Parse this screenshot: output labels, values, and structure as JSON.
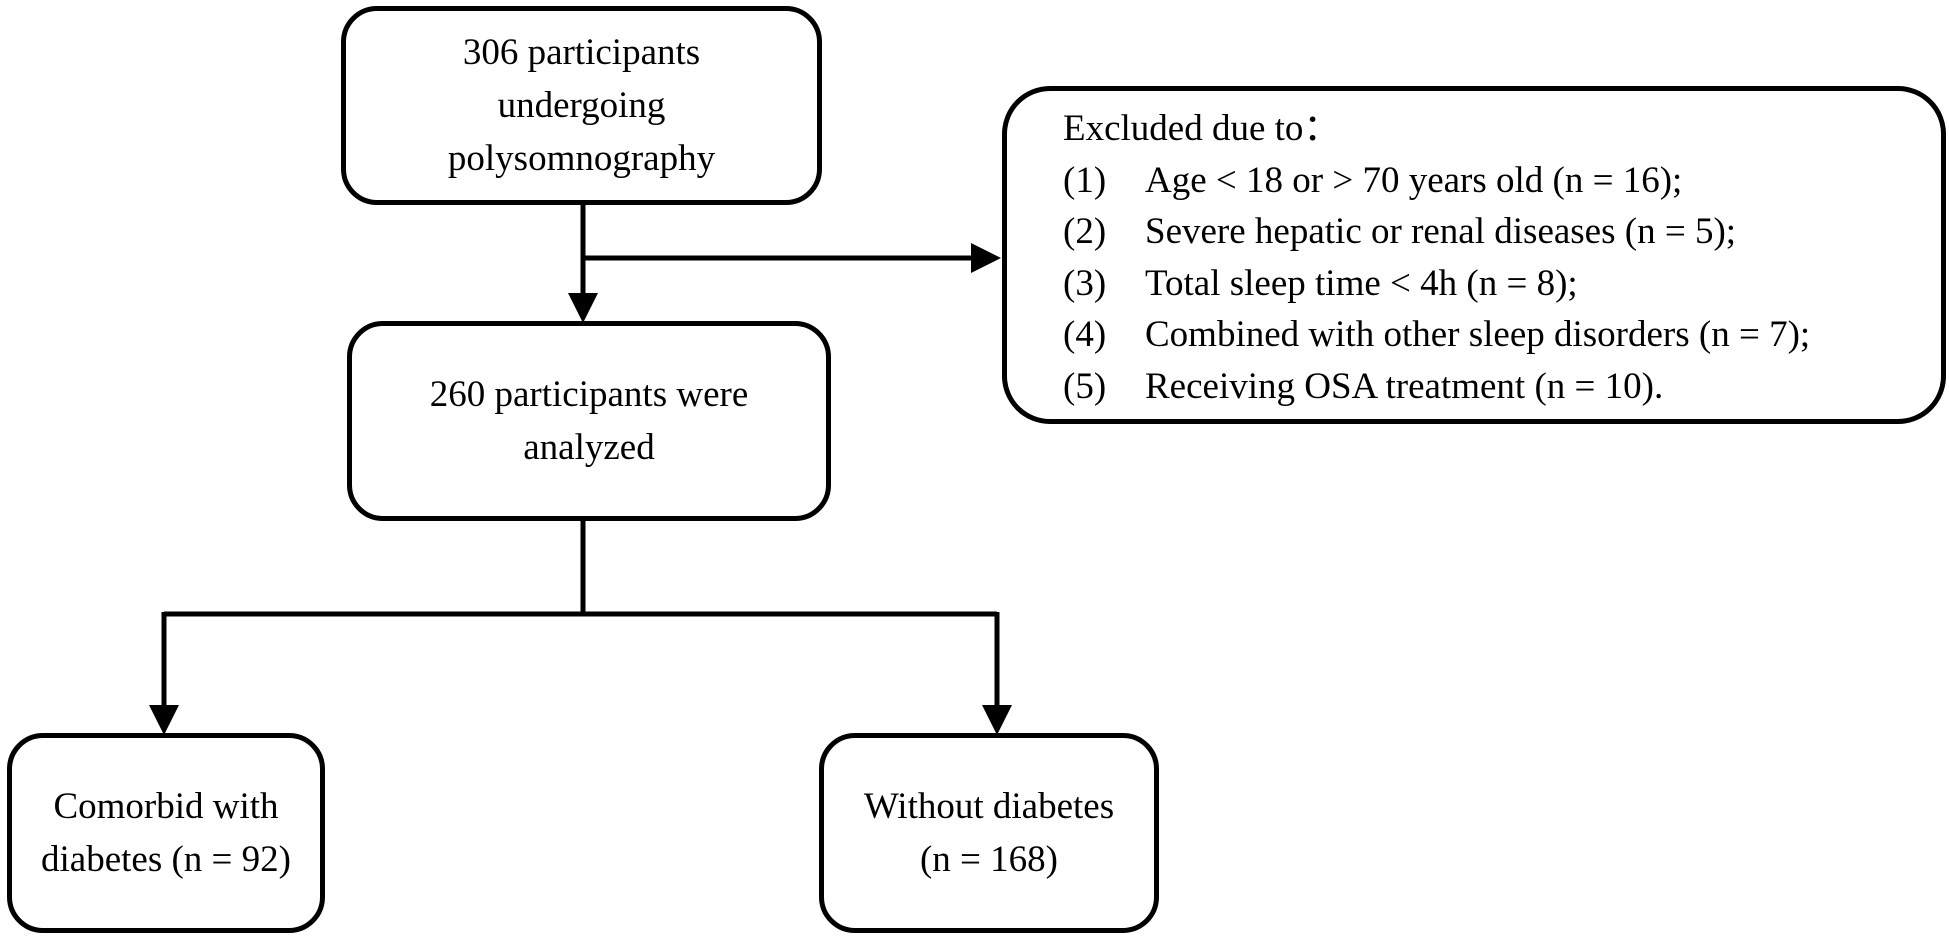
{
  "boxes": {
    "enrolled": {
      "lines": [
        "306 participants",
        "undergoing",
        "polysomnography"
      ]
    },
    "analyzed": {
      "lines": [
        "260 participants were",
        "analyzed"
      ]
    },
    "diabetes": {
      "lines": [
        "Comorbid with",
        "diabetes (n = 92)"
      ]
    },
    "no_diabetes": {
      "lines": [
        "Without diabetes",
        "(n = 168)"
      ]
    },
    "excluded": {
      "heading": "Excluded due to：",
      "items": [
        {
          "num": "(1)",
          "text": "Age < 18 or > 70 years old (n = 16);"
        },
        {
          "num": "(2)",
          "text": "Severe hepatic or renal diseases (n = 5);"
        },
        {
          "num": "(3)",
          "text": "Total sleep time < 4h (n = 8);"
        },
        {
          "num": "(4)",
          "text": "Combined with other sleep disorders (n = 7);"
        },
        {
          "num": "(5)",
          "text": "Receiving OSA treatment (n = 10)."
        }
      ]
    }
  }
}
